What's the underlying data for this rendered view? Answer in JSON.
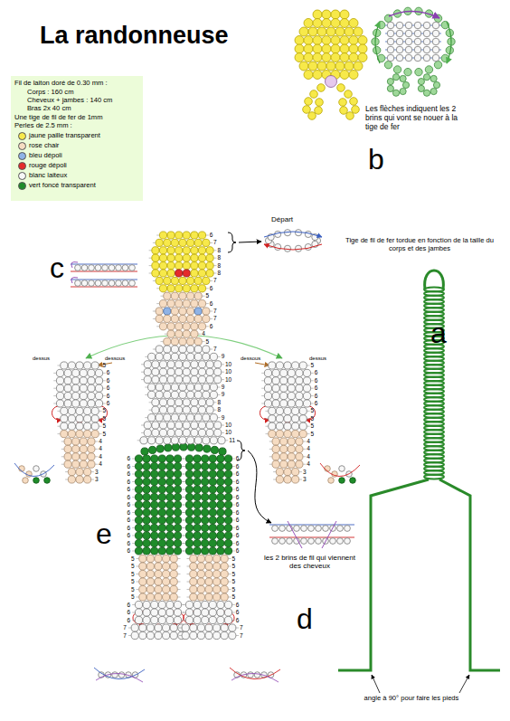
{
  "diagram": {
    "title": "La randonneuse",
    "labels": [
      "Fil de laiton doré de 0.30 mm :",
      "Corps : 160 cm",
      "Cheveux + jambes : 140 cm",
      "Bras 2x 40 cm",
      "Une tige de fil de fer de 1mm",
      "Perles de 2.5 mm :",
      "b",
      "Les flèches indiquent les 2 brins qui vont se nouer à la tige de fer",
      "c",
      "Départ",
      "Tige de fil de fer tordue en fonction de la taille du corps et des jambes",
      "a",
      "dessus",
      "dessous",
      "dessous",
      "dessus",
      "e",
      "les 2 brins de fil qui viennent des cheveux",
      "d",
      "angle à 90° pour faire les pieds",
      "6",
      "7",
      "8",
      "8",
      "8",
      "8",
      "7",
      "6",
      "5",
      "6",
      "7",
      "7",
      "6",
      "4",
      "5",
      "7",
      "9",
      "10",
      "10",
      "10",
      "9",
      "9",
      "8",
      "8",
      "9",
      "10",
      "10",
      "11",
      "5",
      "6",
      "6",
      "6",
      "6",
      "6",
      "5",
      "5",
      "5",
      "5",
      "4",
      "4",
      "4",
      "4",
      "3",
      "3",
      "5",
      "6",
      "6",
      "6",
      "6",
      "6",
      "5",
      "5",
      "5",
      "5",
      "4",
      "4",
      "4",
      "4",
      "3",
      "3",
      "6",
      "6",
      "6",
      "6",
      "6",
      "6",
      "6",
      "6",
      "6",
      "6",
      "6",
      "6",
      "6",
      "5",
      "5",
      "5",
      "5",
      "5",
      "5",
      "6",
      "6",
      "6",
      "7",
      "7",
      "6",
      "6",
      "6",
      "6",
      "6",
      "6",
      "6",
      "6",
      "6",
      "6",
      "6",
      "6",
      "6",
      "5",
      "5",
      "5",
      "5",
      "5",
      "5",
      "6",
      "6",
      "6",
      "7",
      "7"
    ],
    "legend": [
      {
        "text": "jaune paille transparent",
        "color": "#f7e94a"
      },
      {
        "text": "rose chair",
        "color": "#f6dcc2"
      },
      {
        "text": "bleu dépoli",
        "color": "#8fb3e6"
      },
      {
        "text": "rouge dépoli",
        "color": "#e52b2b"
      },
      {
        "text": "blanc laiteux",
        "color": "#f7f7f7"
      },
      {
        "text": "vert foncé transparent",
        "color": "#1f8c2a"
      }
    ]
  }
}
